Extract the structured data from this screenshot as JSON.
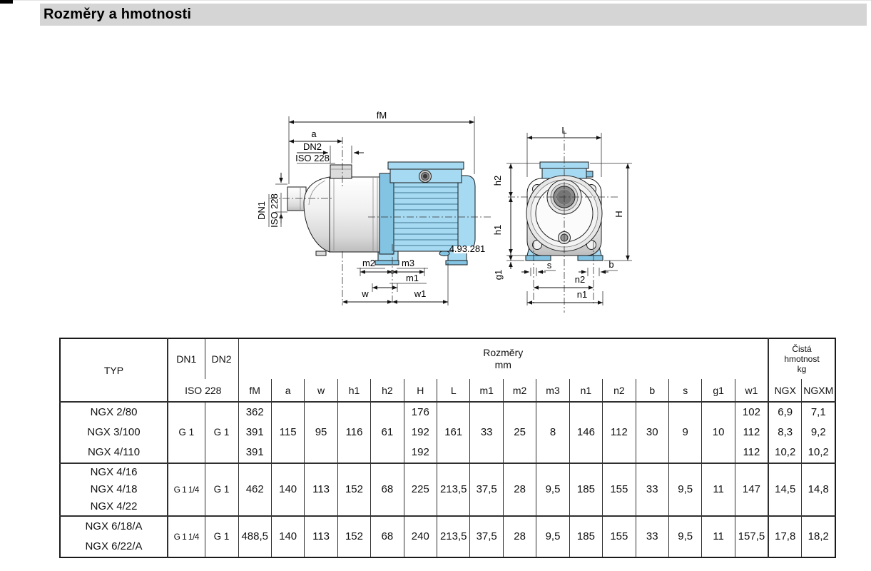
{
  "page": {
    "title": "Rozměry a hmotnosti"
  },
  "drawing": {
    "code": "4.93.281",
    "side": {
      "fm": "fM",
      "a": "a",
      "dn2": "DN2",
      "iso2": "ISO 228",
      "dn1": "DN1",
      "iso1": "ISO 228",
      "m2": "m2",
      "m3": "m3",
      "m1": "m1",
      "w": "w",
      "w1": "w1"
    },
    "front": {
      "l": "L",
      "h2": "h2",
      "h1": "h1",
      "g1": "g1",
      "h": "H",
      "s": "s",
      "b": "b",
      "n2": "n2",
      "n1": "n1"
    }
  },
  "table": {
    "header": {
      "typ": "TYP",
      "dn1": "DN1",
      "dn2": "DN2",
      "iso": "ISO 228",
      "dims_title": [
        "Rozměry",
        "mm"
      ],
      "weight_title": [
        "Čistá",
        "hmotnost",
        "kg"
      ],
      "dim_cols": [
        "fM",
        "a",
        "w",
        "h1",
        "h2",
        "H",
        "L",
        "m1",
        "m2",
        "m3",
        "n1",
        "n2",
        "b",
        "s",
        "g1",
        "w1"
      ],
      "weight_cols": [
        "NGX",
        "NGXM"
      ]
    },
    "groups": [
      {
        "types": [
          "NGX 2/80",
          "NGX 3/100",
          "NGX 4/110"
        ],
        "dn1": "G 1",
        "dn2": "G 1",
        "values": {
          "fM": [
            "362",
            "391",
            "391"
          ],
          "a": "115",
          "w": "95",
          "h1": "116",
          "h2": "61",
          "H": [
            "176",
            "192",
            "192"
          ],
          "L": "161",
          "m1": "33",
          "m2": "25",
          "m3": "8",
          "n1": "146",
          "n2": "112",
          "b": "30",
          "s": "9",
          "g1": "10",
          "w1": [
            "102",
            "112",
            "112"
          ],
          "NGX": [
            "6,9",
            "8,3",
            "10,2"
          ],
          "NGXM": [
            "7,1",
            "9,2",
            "10,2"
          ]
        }
      },
      {
        "types": [
          "NGX 4/16",
          "NGX 4/18",
          "NGX 4/22"
        ],
        "dn1": "G 1 1/4",
        "dn2": "G 1",
        "values": {
          "fM": "462",
          "a": "140",
          "w": "113",
          "h1": "152",
          "h2": "68",
          "H": "225",
          "L": "213,5",
          "m1": "37,5",
          "m2": "28",
          "m3": "9,5",
          "n1": "185",
          "n2": "155",
          "b": "33",
          "s": "9,5",
          "g1": "11",
          "w1": "147",
          "NGX": "14,5",
          "NGXM": "14,8"
        }
      },
      {
        "types": [
          "NGX 6/18/A",
          "NGX 6/22/A"
        ],
        "dn1": "G 1 1/4",
        "dn2": "G 1",
        "values": {
          "fM": "488,5",
          "a": "140",
          "w": "113",
          "h1": "152",
          "h2": "68",
          "H": "240",
          "L": "213,5",
          "m1": "37,5",
          "m2": "28",
          "m3": "9,5",
          "n1": "185",
          "n2": "155",
          "b": "33",
          "s": "9,5",
          "g1": "11",
          "w1": "157,5",
          "NGX": "17,8",
          "NGXM": "18,2"
        }
      }
    ]
  }
}
